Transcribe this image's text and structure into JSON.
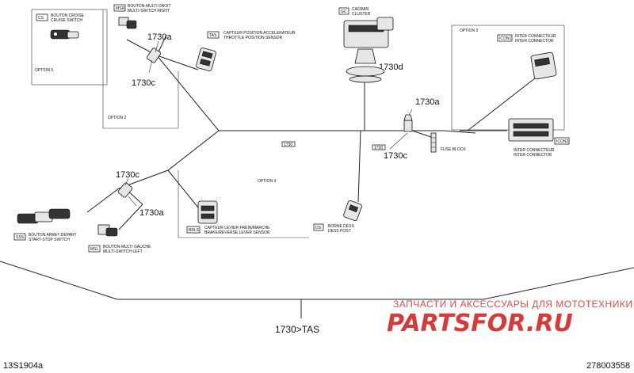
{
  "parts": {
    "start_stop_switch": {
      "code": "SSS",
      "name_fr": "BOUTON ARRET-DEPART",
      "name_en": "START-STOP SWITCH"
    },
    "cruise_switch": {
      "code": "CS",
      "name_fr": "BOUTON CROISE",
      "name_en": "CRUISE SWITCH"
    },
    "multi_switch_right": {
      "code": "MSR",
      "name_fr": "BOUTON-MULTI DROIT",
      "name_en": "MULTI-SWITCH RIGHT"
    },
    "multi_switch_left": {
      "code": "MSL",
      "name_fr": "BOUTON-MULTI GAUCHE",
      "name_en": "MULTI-SWITCH LEFT"
    },
    "throttle_sensor": {
      "code": "TAS",
      "name_fr": "CAPTEUR POSITION ACCELERATEUR",
      "name_en": "THROTTLE POSITION SENSOR"
    },
    "brake_lever_sensor": {
      "code": "BRLS",
      "name_fr": "CAPTEUR LEVIER FREIN/MARCHE",
      "name_en": "BRAKE/REVERSE LEVER SENSOR"
    },
    "gauge_cluster": {
      "code": "GC",
      "name_fr": "CADRAN",
      "name_en": "CLUSTER"
    },
    "inter_connector_1": {
      "code": "ICON1",
      "name_fr": "INTER CONNECTEUR",
      "name_en": "INTER CONNECTOR"
    },
    "inter_connector_2": {
      "code": "ICON2",
      "name_fr": "INTER CONNECTEUR",
      "name_en": "INTER CONNECTOR"
    },
    "diss_post": {
      "code": "DS",
      "name_fr": "BORNE DESS",
      "name_en": "DESS POST"
    }
  },
  "options": {
    "option_5": "OPTION 5",
    "option_2": "OPTION 2",
    "option_3": "OPTION 3",
    "option_4": "OPTION 4"
  },
  "callouts": {
    "c1730a_top": "1730a",
    "c1730c_top": "1730c",
    "c1730c_left": "1730c",
    "c1730a_left": "1730a",
    "c1730d": "1730d",
    "c1730a_right": "1730a",
    "c1730c_right": "1730c",
    "bottom_ref": "1730>TAS"
  },
  "tags": {
    "tag_mid": "1730",
    "tag_right": "1730",
    "fuse_label": "FUSE BLOCK"
  },
  "footer": {
    "left_code": "13S1904a",
    "right_code": "278003558"
  },
  "watermark": {
    "line1": "ЗАПЧАСТИ И АКСЕССУАРЫ ДЛЯ МОТОТЕХНИКИ",
    "line2": "PARTSFOR.RU"
  }
}
